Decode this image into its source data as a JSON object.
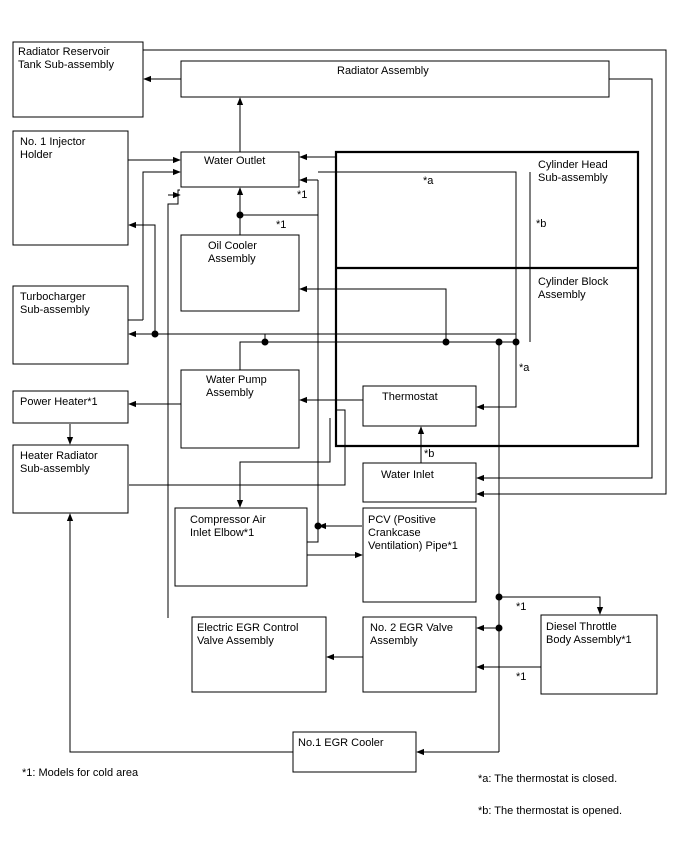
{
  "components": {
    "radiator_reservoir": [
      "Radiator Reservoir",
      "Tank Sub-assembly"
    ],
    "radiator_assembly": [
      "Radiator Assembly"
    ],
    "injector_holder": [
      "No. 1 Injector",
      "Holder"
    ],
    "water_outlet": [
      "Water Outlet"
    ],
    "cylinder_head": [
      "Cylinder Head",
      "Sub-assembly"
    ],
    "oil_cooler": [
      "Oil Cooler",
      "Assembly"
    ],
    "cylinder_block": [
      "Cylinder Block",
      "Assembly"
    ],
    "turbocharger": [
      "Turbocharger",
      "Sub-assembly"
    ],
    "power_heater": [
      "Power Heater*1"
    ],
    "water_pump": [
      "Water Pump",
      "Assembly"
    ],
    "thermostat": [
      "Thermostat"
    ],
    "heater_radiator": [
      "Heater Radiator",
      "Sub-assembly"
    ],
    "water_inlet": [
      "Water Inlet"
    ],
    "compressor_elbow": [
      "Compressor Air",
      "Inlet Elbow*1"
    ],
    "pcv_pipe": [
      "PCV (Positive",
      "Crankcase",
      "Ventilation) Pipe*1"
    ],
    "diesel_throttle": [
      "Diesel Throttle",
      "Body Assembly*1"
    ],
    "egr_control_valve": [
      "Electric EGR Control",
      "Valve Assembly"
    ],
    "egr_valve_2": [
      "No. 2 EGR Valve",
      "Assembly"
    ],
    "egr_cooler": [
      "No.1 EGR Cooler"
    ]
  },
  "markers": {
    "a": "*a",
    "b": "*b",
    "m1": "*1"
  },
  "legend": {
    "models": "*1: Models for cold area",
    "closed": "*a: The thermostat is closed.",
    "opened": "*b: The thermostat is opened."
  }
}
